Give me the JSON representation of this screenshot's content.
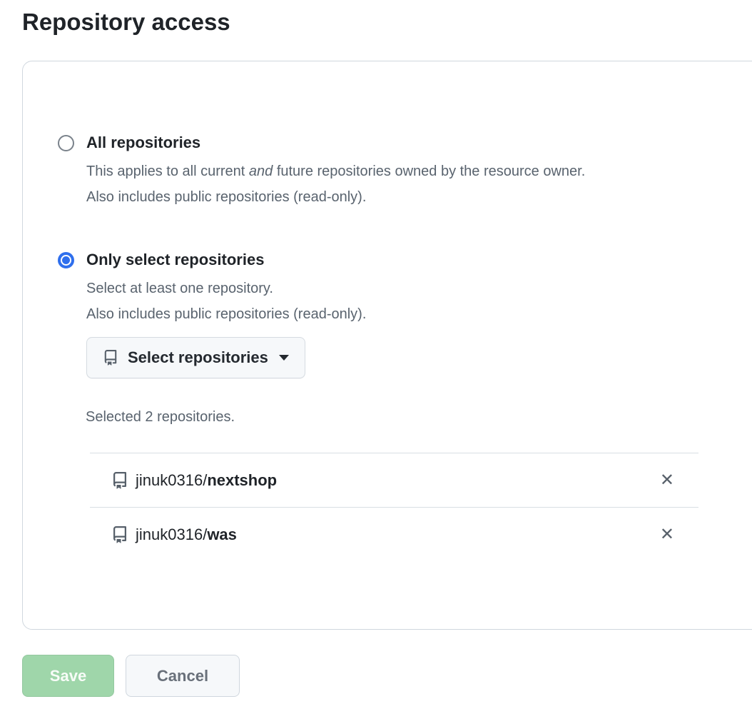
{
  "page": {
    "title": "Repository access"
  },
  "repository_access": {
    "options": [
      {
        "label": "All repositories",
        "selected": false,
        "description_line1_pre": "This applies to all current ",
        "description_line1_italic": "and",
        "description_line1_post": " future repositories owned by the resource owner.",
        "description_line2": "Also includes public repositories (read-only)."
      },
      {
        "label": "Only select repositories",
        "selected": true,
        "description_line1": "Select at least one repository.",
        "description_line2": "Also includes public repositories (read-only)."
      }
    ],
    "select_button": {
      "label": "Select repositories",
      "icon": "repo-icon",
      "caret_icon": "chevron-down-icon"
    },
    "selection_summary": "Selected 2 repositories.",
    "selected_repositories": [
      {
        "owner": "jinuk0316/",
        "name": "nextshop",
        "icon": "repo-icon",
        "remove_icon": "close-icon"
      },
      {
        "owner": "jinuk0316/",
        "name": "was",
        "icon": "repo-icon",
        "remove_icon": "close-icon"
      }
    ]
  },
  "actions": {
    "save_label": "Save",
    "save_disabled": true,
    "cancel_label": "Cancel"
  },
  "icons": {
    "close_glyph": "✕"
  },
  "colors": {
    "accent_blue": "#2f6fed",
    "save_green_bg": "#9fd6aa",
    "card_border": "#d0d7de",
    "divider": "#d8dee4",
    "text": "#1f2328",
    "muted_text": "#59636e",
    "icon_gray": "#57606a"
  }
}
